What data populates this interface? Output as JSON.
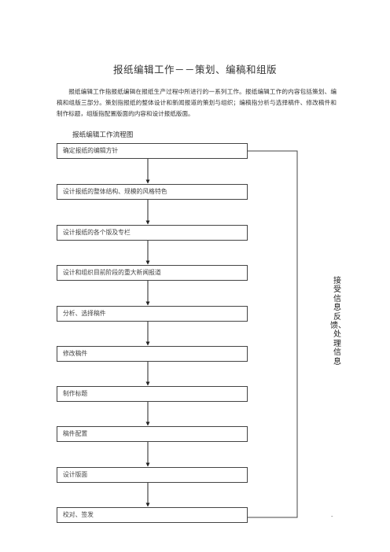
{
  "document": {
    "title": "报纸编辑工作－－策划、编稿和组版",
    "intro": "报纸编辑工作指报纸编辑在报纸生产过程中所进行的一系列工作。报纸编辑工作的内容包括策划、编稿和组版三部分。策划指报纸的整体设计和新闻报道的策划与组织；编稿指分析与选择稿件、修改稿件和制作标题，组版指配置版面的内容和设计报纸版面。",
    "flowchart_heading": "报纸编辑工作流程图",
    "steps": [
      "确定报纸的编辑方针",
      "设计报纸的整体结构、规模的风格特色",
      "设计报纸的各个版及专栏",
      "设计和组织目前阶段的重大新闻报道",
      "分析、选择稿件",
      "修改稿件",
      "制作标题",
      "稿件配置",
      "设计版面",
      "校对、签发"
    ],
    "feedback_label": "接受信息反馈、处理信息",
    "page_mark": "-"
  }
}
